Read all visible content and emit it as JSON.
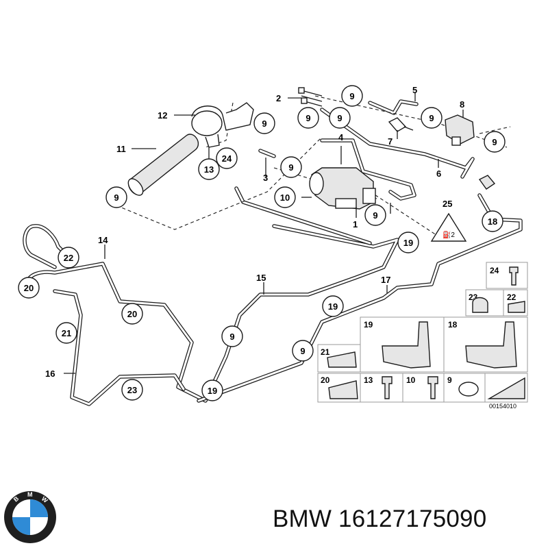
{
  "diagram": {
    "callouts": {
      "c1": "1",
      "c2": "2",
      "c3": "3",
      "c4": "4",
      "c5": "5",
      "c6": "6",
      "c7": "7",
      "c8": "8",
      "c9a": "9",
      "c9b": "9",
      "c9c": "9",
      "c9d": "9",
      "c9e": "9",
      "c9f": "9",
      "c9g": "9",
      "c9h": "9",
      "c9i": "9",
      "c9j": "9",
      "c9k": "9",
      "c10": "10",
      "c11": "11",
      "c12": "12",
      "c13": "13",
      "c14": "14",
      "c15": "15",
      "c16": "16",
      "c17": "17",
      "c18": "18",
      "c19a": "19",
      "c19b": "19",
      "c19c": "19",
      "c20a": "20",
      "c20b": "20",
      "c21": "21",
      "c22": "22",
      "c23": "23",
      "c24": "24",
      "c25": "25"
    },
    "legend": {
      "b24": "24",
      "b23": "23",
      "b22": "22",
      "b19": "19",
      "b18": "18",
      "b21": "21",
      "b20": "20",
      "b13": "13",
      "b10": "10",
      "b9": "9"
    },
    "diagram_code": "00154010"
  },
  "brand": {
    "text": "BMW 16127175090",
    "logo_letters": [
      "B",
      "M",
      "W"
    ]
  },
  "colors": {
    "logo_blue": "#2f8bd6",
    "logo_ring": "#1f1f1f",
    "line": "#1a1a1a"
  }
}
